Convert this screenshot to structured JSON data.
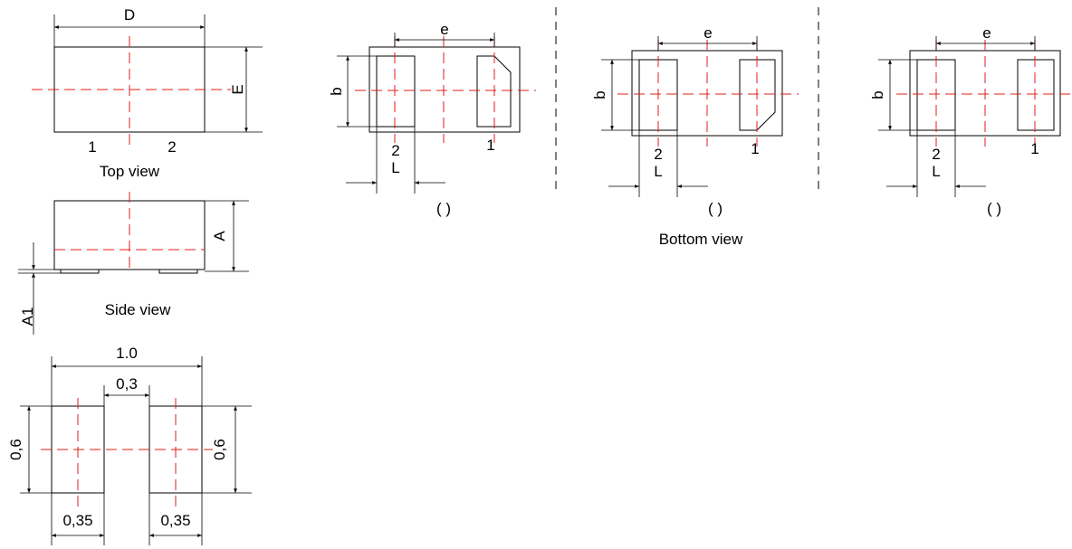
{
  "top_view": {
    "caption": "Top view",
    "dim_d": "D",
    "dim_e": "E",
    "pin1": "1",
    "pin2": "2"
  },
  "side_view": {
    "caption": "Side view",
    "dim_a": "A",
    "dim_a1": "A1"
  },
  "bottom_view": {
    "caption": "Bottom view",
    "dim_e": "e",
    "dim_b": "b",
    "dim_l": "L",
    "pin1": "1",
    "pin2": "2",
    "variant_labels": [
      "(   )",
      "(   )",
      "(   )"
    ]
  },
  "footprint": {
    "overall_width": "1.0",
    "gap": "0,3",
    "pad_height_left": "0,6",
    "pad_height_right": "0,6",
    "pad_width_left": "0,35",
    "pad_width_right": "0,35"
  }
}
